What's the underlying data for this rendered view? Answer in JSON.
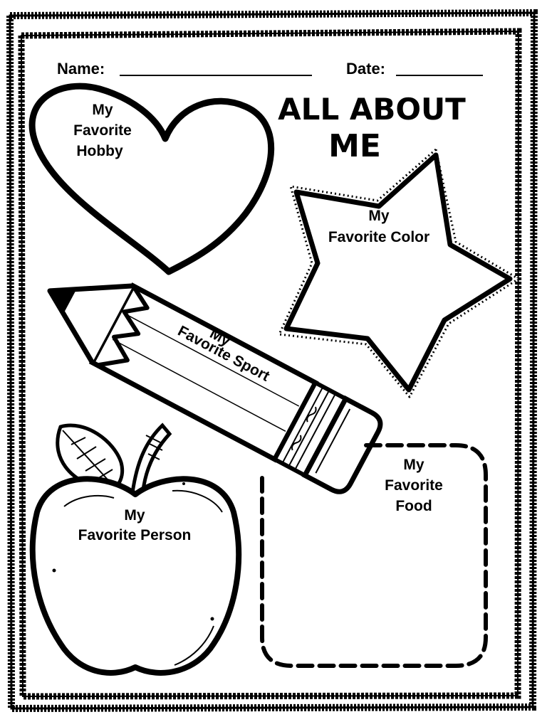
{
  "header": {
    "name_label": "Name:",
    "date_label": "Date:"
  },
  "title": {
    "line1": "ALL ABOUT",
    "line2": "ME"
  },
  "sections": {
    "hobby": {
      "line1": "My",
      "line2": "Favorite",
      "line3": "Hobby"
    },
    "color": {
      "line1": "My",
      "line2": "Favorite Color"
    },
    "sport": {
      "line1": "My",
      "line2": "Favorite Sport"
    },
    "person": {
      "line1": "My",
      "line2": "Favorite Person"
    },
    "food": {
      "line1": "My",
      "line2": "Favorite",
      "line3": "Food"
    }
  },
  "colors": {
    "ink": "#000000",
    "paper": "#ffffff"
  }
}
